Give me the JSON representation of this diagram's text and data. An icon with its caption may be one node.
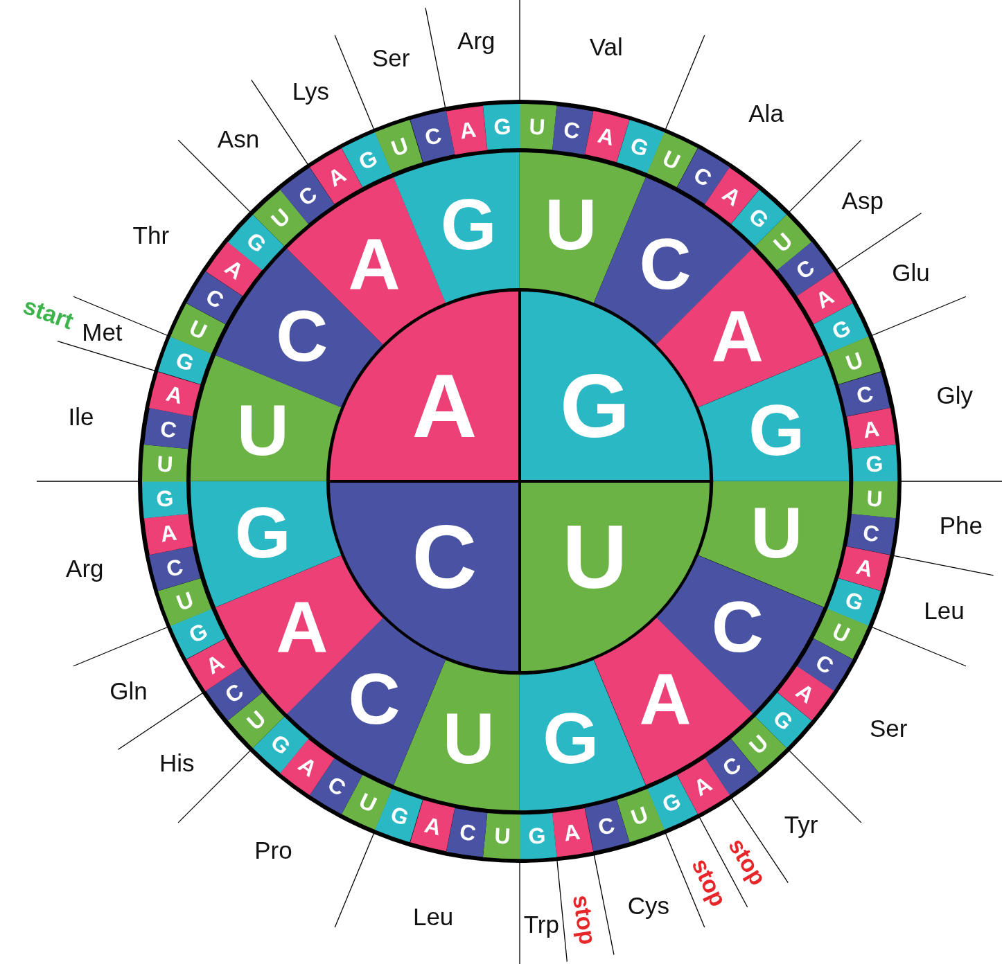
{
  "diagram": {
    "nodes": [
      {
        "text": [
          "G"
        ]
      },
      {
        "text": [
          "U"
        ]
      },
      {
        "text": [
          "C"
        ]
      },
      {
        "text": [
          "A"
        ]
      },
      {
        "text": [
          "U"
        ]
      },
      {
        "text": [
          "C"
        ]
      },
      {
        "text": [
          "A"
        ]
      },
      {
        "text": [
          "G"
        ]
      },
      {
        "text": [
          "U"
        ]
      },
      {
        "text": [
          "C"
        ]
      },
      {
        "text": [
          "A"
        ]
      },
      {
        "text": [
          "G"
        ]
      },
      {
        "text": [
          "U"
        ]
      },
      {
        "text": [
          "C"
        ]
      },
      {
        "text": [
          "A"
        ]
      },
      {
        "text": [
          "G"
        ]
      },
      {
        "text": [
          "U"
        ]
      },
      {
        "text": [
          "C"
        ]
      },
      {
        "text": [
          "A"
        ]
      },
      {
        "text": [
          "G"
        ]
      },
      {
        "text": [
          "U"
        ]
      },
      {
        "text": [
          "C"
        ]
      },
      {
        "text": [
          "A"
        ]
      },
      {
        "text": [
          "G"
        ]
      },
      {
        "text": [
          "U"
        ]
      },
      {
        "text": [
          "C"
        ]
      },
      {
        "text": [
          "A"
        ]
      },
      {
        "text": [
          "G"
        ]
      },
      {
        "text": [
          "U"
        ]
      },
      {
        "text": [
          "C"
        ]
      },
      {
        "text": [
          "A"
        ]
      },
      {
        "text": [
          "G"
        ]
      },
      {
        "text": [
          "U"
        ]
      },
      {
        "text": [
          "C"
        ]
      },
      {
        "text": [
          "A"
        ]
      },
      {
        "text": [
          "G"
        ]
      },
      {
        "text": [
          "U"
        ]
      },
      {
        "text": [
          "C"
        ]
      },
      {
        "text": [
          "A"
        ]
      },
      {
        "text": [
          "G"
        ]
      },
      {
        "text": [
          "U"
        ]
      },
      {
        "text": [
          "C"
        ]
      },
      {
        "text": [
          "A"
        ]
      },
      {
        "text": [
          "G"
        ]
      },
      {
        "text": [
          "U"
        ]
      },
      {
        "text": [
          "C"
        ]
      },
      {
        "text": [
          "A"
        ]
      },
      {
        "text": [
          "G"
        ]
      },
      {
        "text": [
          "U"
        ]
      },
      {
        "text": [
          "C"
        ]
      },
      {
        "text": [
          "A"
        ]
      },
      {
        "text": [
          "G"
        ]
      },
      {
        "text": [
          "U"
        ]
      },
      {
        "text": [
          "C"
        ]
      },
      {
        "text": [
          "A"
        ]
      },
      {
        "text": [
          "G"
        ]
      },
      {
        "text": [
          "U"
        ]
      },
      {
        "text": [
          "C"
        ]
      },
      {
        "text": [
          "A"
        ]
      },
      {
        "text": [
          "G"
        ]
      },
      {
        "text": [
          "U"
        ]
      },
      {
        "text": [
          "C"
        ]
      },
      {
        "text": [
          "A"
        ]
      },
      {
        "text": [
          "G"
        ]
      },
      {
        "text": [
          "U"
        ]
      },
      {
        "text": [
          "C"
        ]
      },
      {
        "text": [
          "A"
        ]
      },
      {
        "text": [
          "G"
        ]
      },
      {
        "text": [
          "U"
        ]
      },
      {
        "text": [
          "C"
        ]
      },
      {
        "text": [
          "A"
        ]
      },
      {
        "text": [
          "G"
        ]
      },
      {
        "text": [
          "U"
        ]
      },
      {
        "text": [
          "C"
        ]
      },
      {
        "text": [
          "A"
        ]
      },
      {
        "text": [
          "G"
        ]
      },
      {
        "text": [
          "U"
        ]
      },
      {
        "text": [
          "C"
        ]
      },
      {
        "text": [
          "A"
        ]
      },
      {
        "text": [
          "G"
        ]
      },
      {
        "text": [
          "U"
        ]
      },
      {
        "text": [
          "C"
        ]
      },
      {
        "text": [
          "A"
        ]
      },
      {
        "text": [
          "G"
        ]
      }
    ],
    "labels": [
      "Val",
      "Ala",
      "Asp",
      "Glu",
      "Gly",
      "Phe",
      "Leu",
      "Ser",
      "Tyr",
      "stop",
      "stop",
      "Cys",
      "stop",
      "Trp",
      "Leu",
      "Pro",
      "His",
      "Gln",
      "Arg",
      "Ile",
      "Met",
      "start",
      "Thr",
      "Asn",
      "Lys",
      "Ser",
      "Arg"
    ]
  }
}
